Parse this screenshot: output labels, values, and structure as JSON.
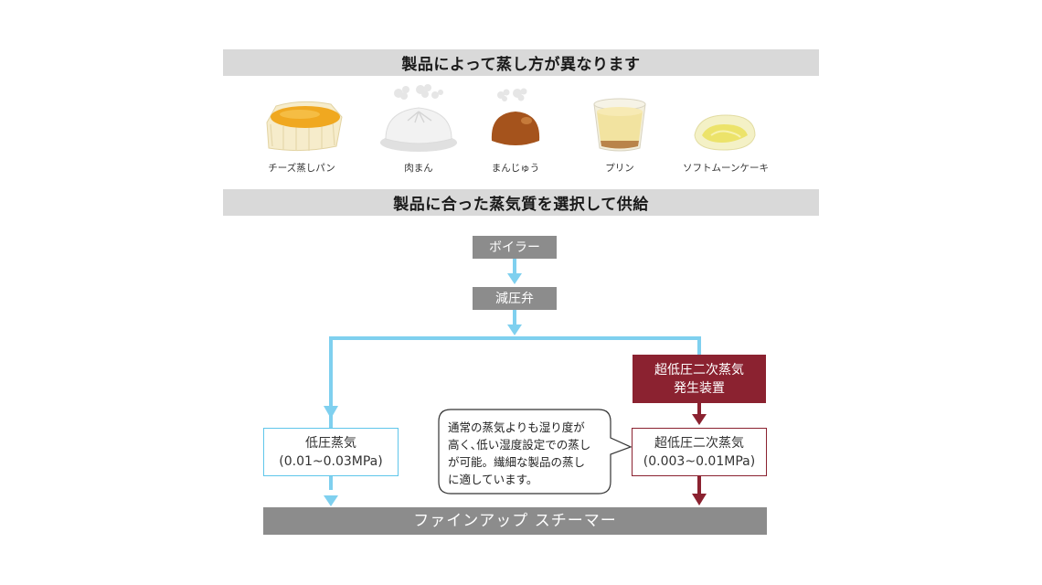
{
  "banners": {
    "top": "製品によって蒸し方が異なります",
    "middle": "製品に合った蒸気質を選択して供給"
  },
  "products": [
    {
      "label": "チーズ蒸しパン",
      "icon": "cheese-steamed-bread-icon"
    },
    {
      "label": "肉まん",
      "icon": "meat-bun-icon"
    },
    {
      "label": "まんじゅう",
      "icon": "manju-icon"
    },
    {
      "label": "プリン",
      "icon": "pudding-icon"
    },
    {
      "label": "ソフトムーンケーキ",
      "icon": "soft-mooncake-icon"
    }
  ],
  "flow": {
    "boiler": "ボイラー",
    "valve": "減圧弁",
    "generator_line1": "超低圧二次蒸気",
    "generator_line2": "発生装置",
    "low_line1": "低圧蒸気",
    "low_line2": "(0.01~0.03MPa)",
    "ultra_line1": "超低圧二次蒸気",
    "ultra_line2": "(0.003~0.01MPa)",
    "product": "ファインアップ スチーマー",
    "callout_lines": [
      "通常の蒸気よりも湿り度が",
      "高く､低い湿度設定での蒸し",
      "が可能。繊細な製品の蒸し",
      "に適しています。"
    ]
  },
  "colors": {
    "blue_line": "#7fd0ef",
    "dark_red": "#8b2230",
    "grey_box": "#8c8c8c",
    "banner_bg": "#d9d9d9"
  }
}
